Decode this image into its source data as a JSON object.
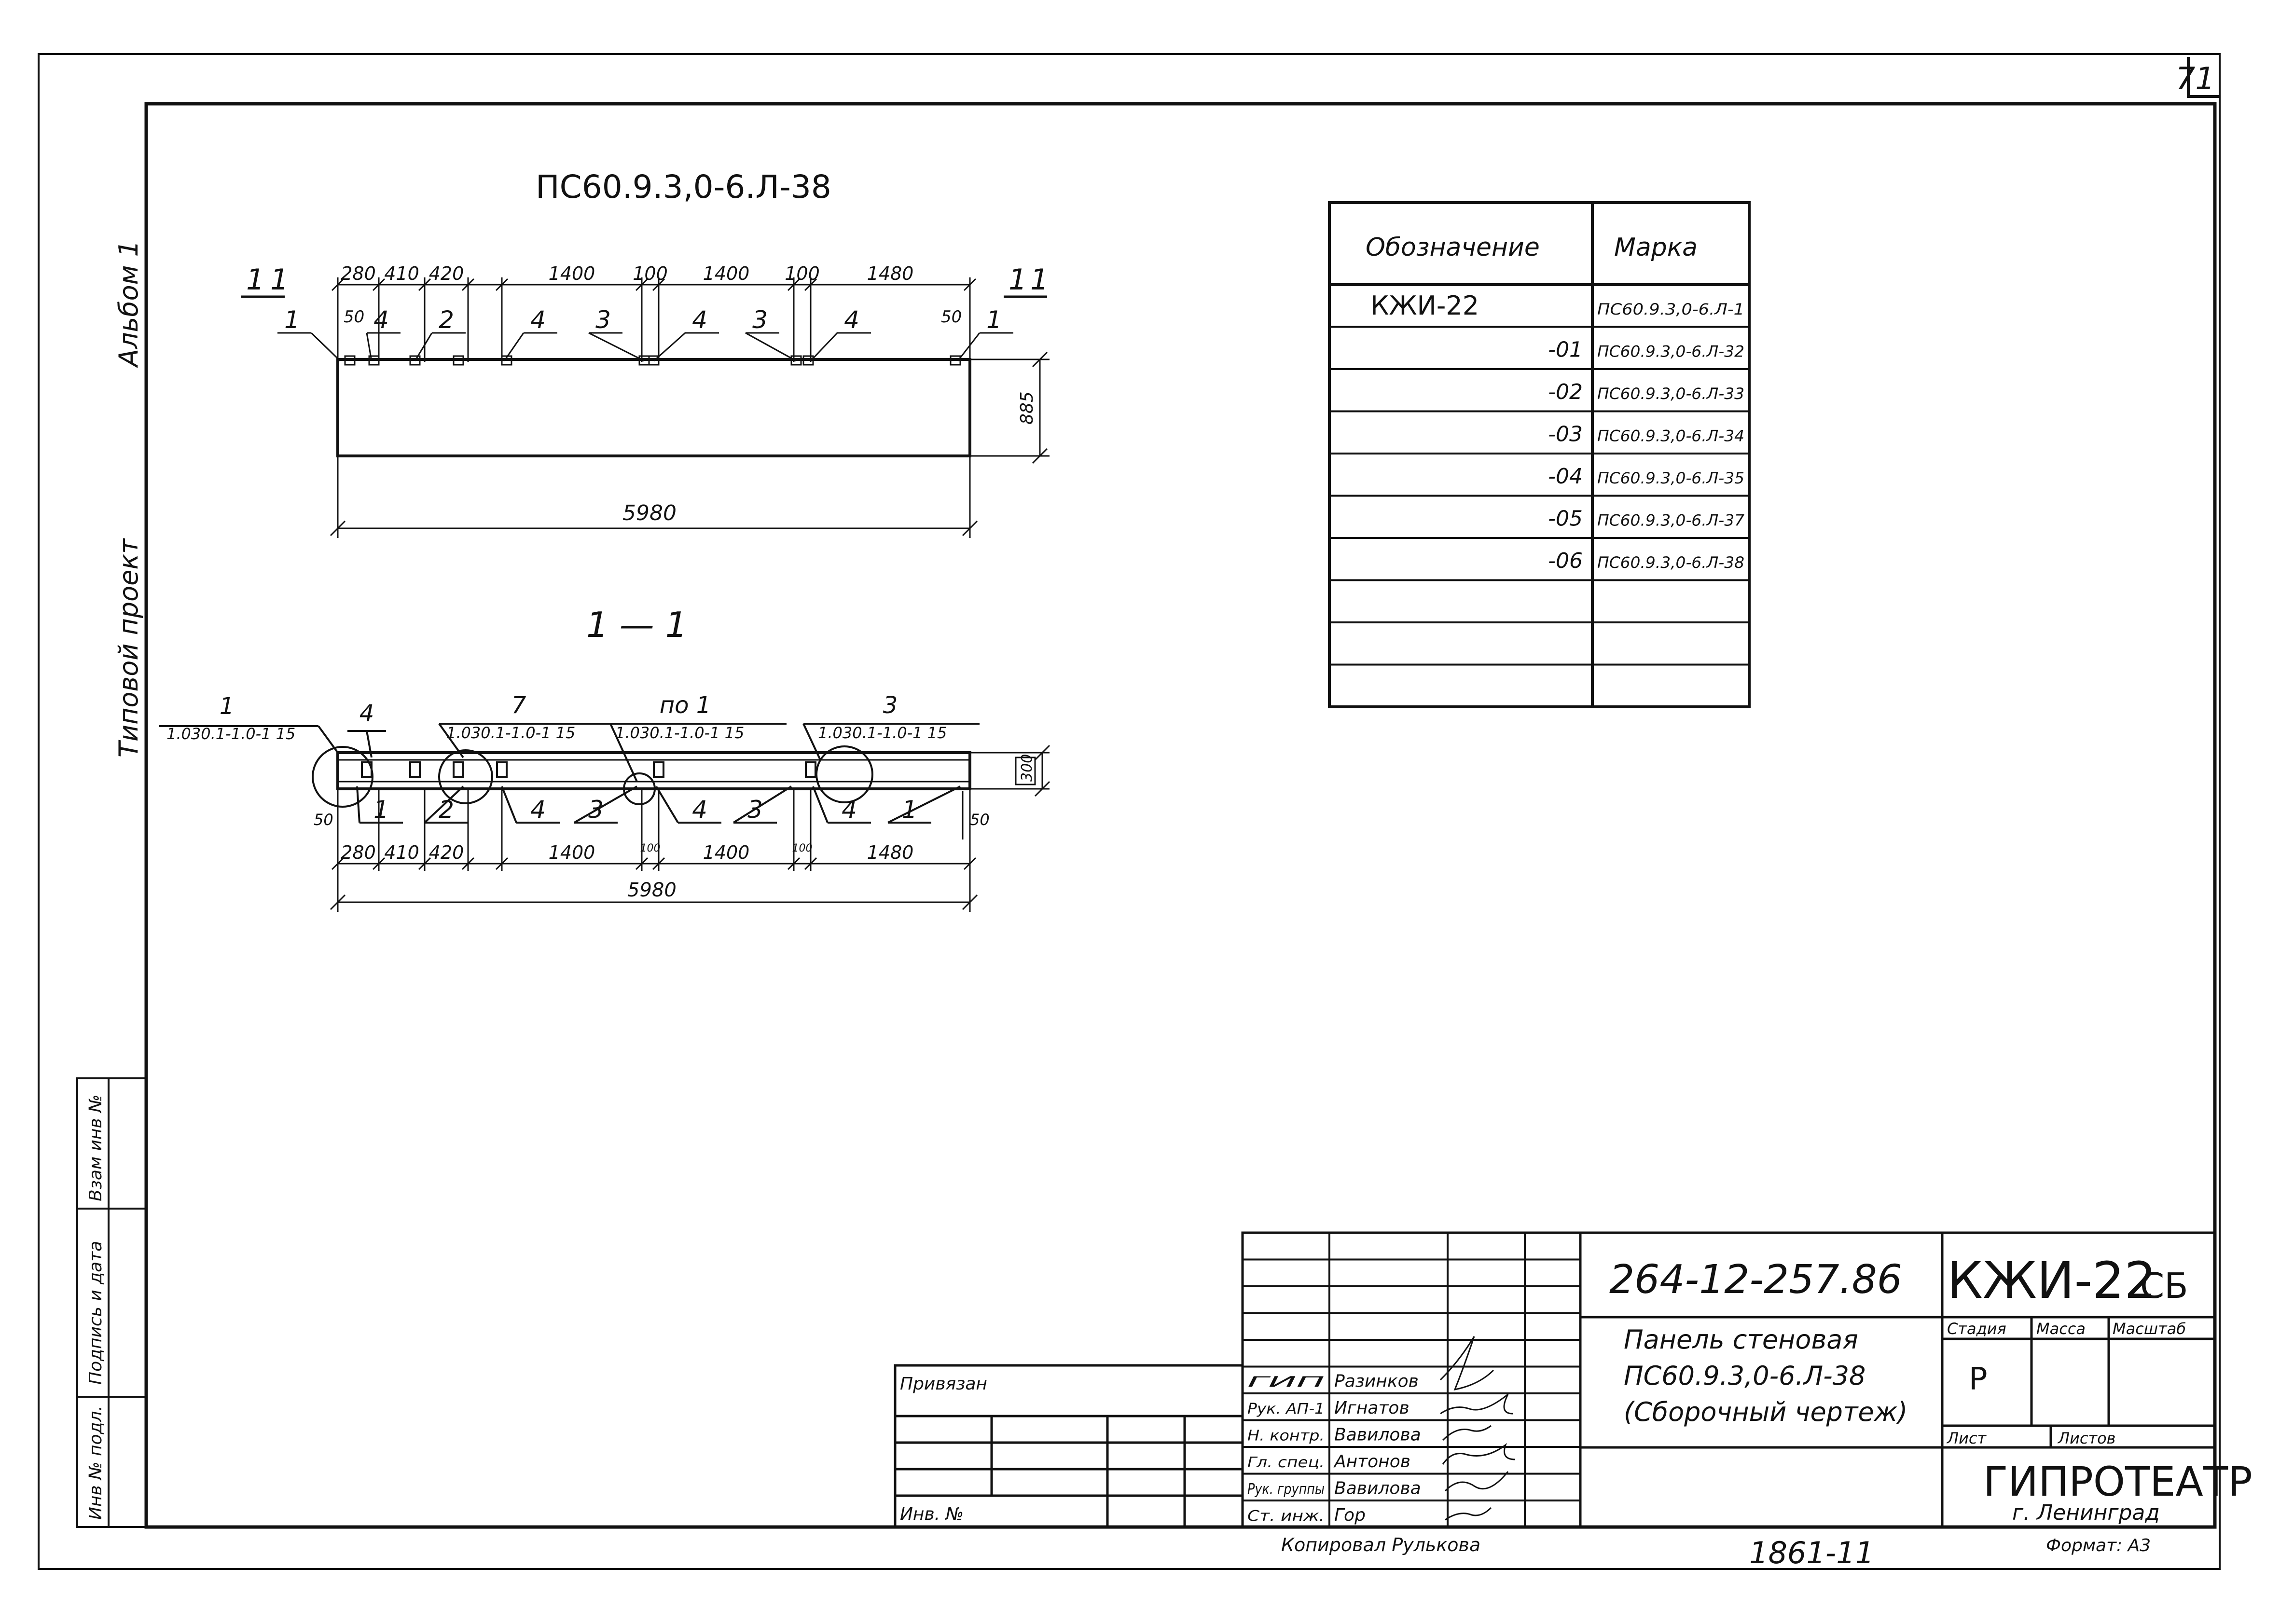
{
  "sheet_number": "71",
  "side_labels": {
    "album": "Альбом 1",
    "project": "Типовой проект",
    "inv_podl": "Инв № подл.",
    "podpis": "Подпись и дата",
    "vzam": "Взам инв №"
  },
  "elevation": {
    "title": "ПС60.9.3,0-6.Л-38",
    "section_mark": "1",
    "dims_top": [
      "280",
      "410",
      "420",
      "1400",
      "100",
      "1400",
      "100",
      "1480"
    ],
    "edge_dims": [
      "50",
      "50"
    ],
    "height_dim": "885",
    "length_dim": "5980",
    "callouts": [
      "1",
      "4",
      "2",
      "4",
      "3",
      "4",
      "3",
      "4",
      "1"
    ]
  },
  "section": {
    "title": "1 — 1",
    "leader_labels": [
      {
        "num": "1",
        "code": "1.030.1-1.0-1",
        "sub": "15"
      },
      {
        "num": "4",
        "code": "",
        "sub": ""
      },
      {
        "num": "7",
        "code": "1.030.1-1.0-1",
        "sub": "15"
      },
      {
        "num": "по 1",
        "code": "1.030.1-1.0-1",
        "sub": "15"
      },
      {
        "num": "3",
        "code": "1.030.1-1.0-1",
        "sub": "15"
      }
    ],
    "bottom_callouts": [
      "1",
      "2",
      "4",
      "3",
      "4",
      "3",
      "4",
      "1"
    ],
    "dims_bottom": [
      "280",
      "410",
      "420",
      "1400",
      "100",
      "1400",
      "100",
      "1480"
    ],
    "edge_dims": [
      "50",
      "50"
    ],
    "thickness_dim": "300",
    "length_dim": "5980"
  },
  "spec_table": {
    "headers": [
      "Обозначение",
      "Марка"
    ],
    "rows": [
      [
        "КЖИ-22",
        "ПС60.9.3,0-6.Л-1"
      ],
      [
        "-01",
        "ПС60.9.3,0-6.Л-32"
      ],
      [
        "-02",
        "ПС60.9.3,0-6.Л-33"
      ],
      [
        "-03",
        "ПС60.9.3,0-6.Л-34"
      ],
      [
        "-04",
        "ПС60.9.3,0-6.Л-35"
      ],
      [
        "-05",
        "ПС60.9.3,0-6.Л-37"
      ],
      [
        "-06",
        "ПС60.9.3,0-6.Л-38"
      ],
      [
        "",
        ""
      ],
      [
        "",
        ""
      ],
      [
        "",
        ""
      ]
    ]
  },
  "title_block": {
    "doc_code": "264-12-257.86",
    "mark": "КЖИ-22",
    "mark_suffix": "СБ",
    "name_lines": [
      "Панель стеновая",
      "ПС60.9.3,0-6.Л-38",
      "(Сборочный чертеж)"
    ],
    "stage_headers": [
      "Стадия",
      "Масса",
      "Масштаб"
    ],
    "stage_value": "Р",
    "sheet_label": "Лист",
    "sheets_label": "Листов",
    "org": "ГИПРОТЕАТР",
    "city": "г. Ленинград",
    "privyazan": "Привязан",
    "inv_no": "Инв. №",
    "signatures": [
      {
        "role": "ГИП",
        "name": "Разинков"
      },
      {
        "role": "Рук. АП-1",
        "name": "Игнатов"
      },
      {
        "role": "Н. контр.",
        "name": "Вавилова"
      },
      {
        "role": "Гл. спец.",
        "name": "Антонов"
      },
      {
        "role": "Рук. группы",
        "name": "Вавилова"
      },
      {
        "role": "Ст. инж.",
        "name": "Гор"
      }
    ],
    "copied_by": "Копировал Рулькова",
    "stamp_number": "1861-11",
    "format": "Формат: А3"
  }
}
